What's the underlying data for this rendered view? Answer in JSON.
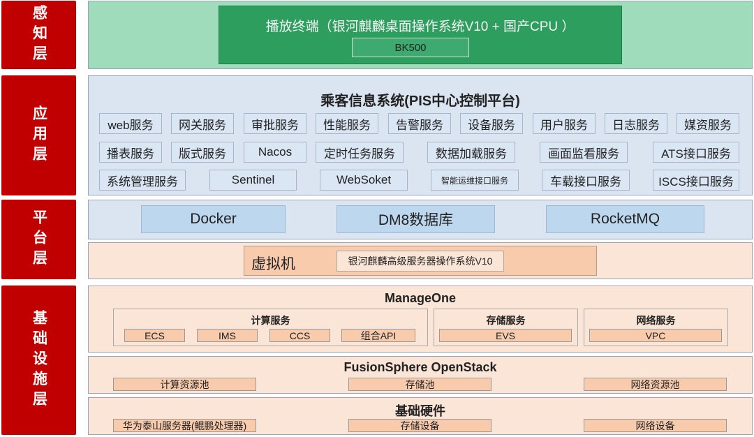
{
  "layers": {
    "perception": "感知层",
    "application": "应用层",
    "platform": "平台层",
    "infrastructure": "基础设施层"
  },
  "perception": {
    "terminal_title": "播放终端（银河麒麟桌面操作系统V10 + 国产CPU ）",
    "device": "BK500"
  },
  "application": {
    "title": "乘客信息系统(PIS中心控制平台)",
    "row1": [
      "web服务",
      "网关服务",
      "审批服务",
      "性能服务",
      "告警服务",
      "设备服务",
      "用户服务",
      "日志服务",
      "媒资服务"
    ],
    "row2": [
      "播表服务",
      "版式服务",
      "Nacos",
      "定时任务服务",
      "数据加载服务",
      "画面监看服务",
      "ATS接口服务"
    ],
    "row3": [
      "系统管理服务",
      "Sentinel",
      "WebSoket",
      "智能运维接口服务",
      "车载接口服务",
      "ISCS接口服务"
    ]
  },
  "platform": {
    "components": [
      "Docker",
      "DM8数据库",
      "RocketMQ"
    ],
    "vm_label": "虚拟机",
    "vm_os": "银河麒麟高级服务器操作系统V10"
  },
  "infrastructure": {
    "manageone": {
      "title": "ManageOne",
      "compute": {
        "title": "计算服务",
        "items": [
          "ECS",
          "IMS",
          "CCS",
          "组合API"
        ]
      },
      "storage": {
        "title": "存储服务",
        "items": [
          "EVS"
        ]
      },
      "network": {
        "title": "网络服务",
        "items": [
          "VPC"
        ]
      }
    },
    "fusionsphere": {
      "title": "FusionSphere OpenStack",
      "items": [
        "计算资源池",
        "存储池",
        "网络资源池"
      ]
    },
    "hardware": {
      "title": "基础硬件",
      "items": [
        "华为泰山服务器(鲲鹏处理器)",
        "存储设备",
        "网络设备"
      ]
    }
  },
  "colors": {
    "layer_label": "#c00000",
    "perception_bg": "#9fdcbc",
    "terminal_bg": "#2e9e5f",
    "application_bg": "#dbe5f1",
    "service_box": "#dae6f4",
    "platform_box": "#bdd7ee",
    "peach_bg": "#fbe5d6",
    "tag_bg": "#f8cbad"
  }
}
